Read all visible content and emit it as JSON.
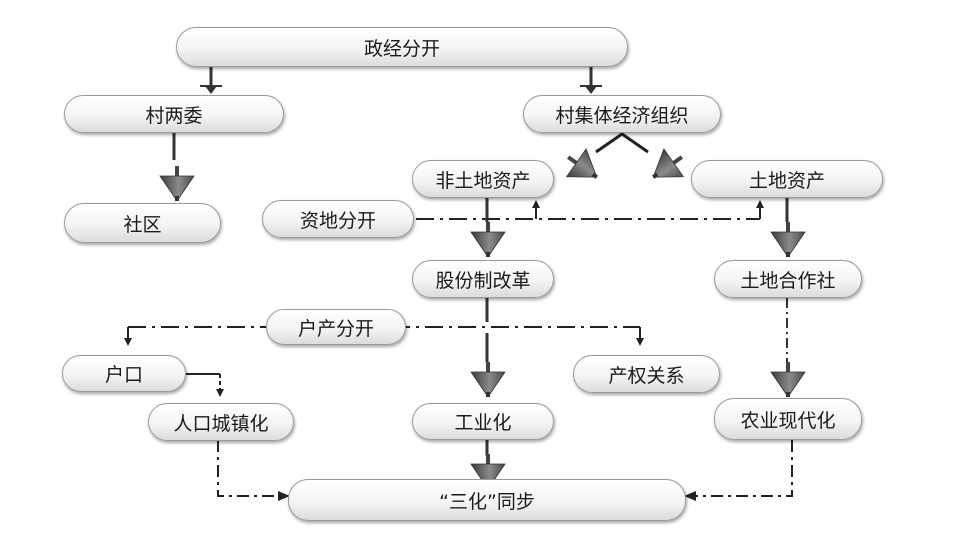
{
  "nodes": {
    "zhengjing": "政经分开",
    "cunliangwei": "村两委",
    "cunjiti": "村集体经济组织",
    "shequ": "社区",
    "feitudi": "非土地资产",
    "tudizichan": "土地资产",
    "zidi": "资地分开",
    "gufen": "股份制改革",
    "tudihezuo": "土地合作社",
    "huchan": "户产分开",
    "hukou": "户口",
    "chanquan": "产权关系",
    "renkou": "人口城镇化",
    "gongye": "工业化",
    "nongye": "农业现代化",
    "sanhua": "“三化”同步"
  },
  "colors": {
    "node_border": "#9a9a9a",
    "node_fill_top": "#ffffff",
    "node_fill_bottom": "#dcdcdc",
    "connector": "#2a2a2a",
    "funnel_dark": "#3a3a3a",
    "funnel_light": "#9a9a9a"
  }
}
